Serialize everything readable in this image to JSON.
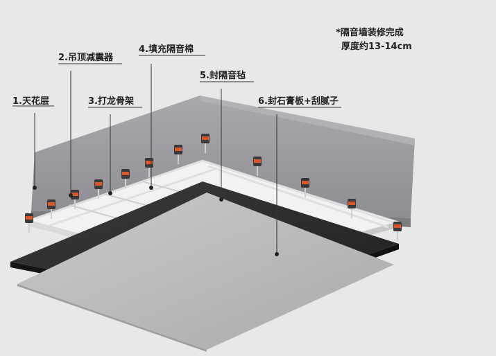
{
  "labels": {
    "l1": "1.天花层",
    "l2": "2.吊顶减震器",
    "l3": "3.打龙骨架",
    "l4": "4.填充隔音棉",
    "l5": "5.封隔音毡",
    "l6": "6.封石膏板+刮腻子"
  },
  "note": {
    "line1": "*隔音墙装修完成",
    "line2": "厚度约13-14cm"
  },
  "colors": {
    "background": "#e8e8e8",
    "slab_top": "#a2a0a5",
    "slab_side": "#8e8c92",
    "damper": "#d9572a",
    "felt": "#2c2c2c",
    "board": "#b7b7b7"
  }
}
